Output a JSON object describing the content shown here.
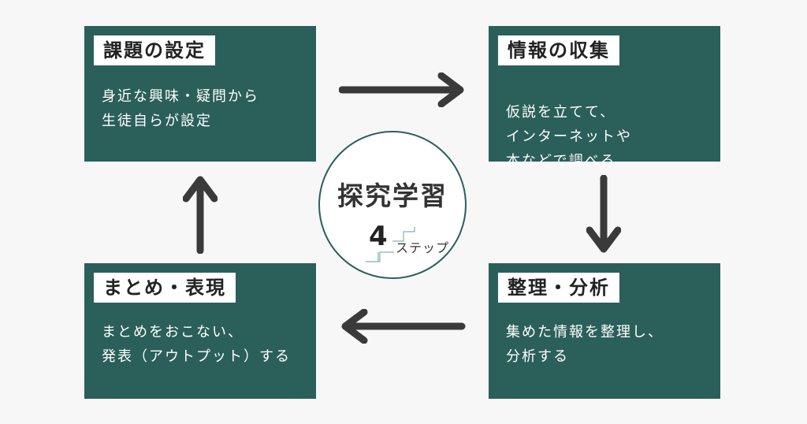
{
  "center": {
    "title": "探究学習",
    "step_number": "4",
    "step_label": "ステップ"
  },
  "steps": [
    {
      "title": "課題の設定",
      "lines": [
        "身近な興味・疑問から",
        "生徒自らが設定"
      ]
    },
    {
      "title": "情報の収集",
      "lines": [
        "仮説を立てて、",
        "インターネットや",
        "本などで調べる"
      ]
    },
    {
      "title": "整理・分析",
      "lines": [
        "集めた情報を整理し、",
        "分析する"
      ]
    },
    {
      "title": "まとめ・表現",
      "lines": [
        "まとめをおこない、",
        "発表（アウトプット）する"
      ]
    }
  ],
  "colors": {
    "box": "#2b5f5a",
    "arrow": "#3a3a3a",
    "background": "#f7f7f7"
  }
}
